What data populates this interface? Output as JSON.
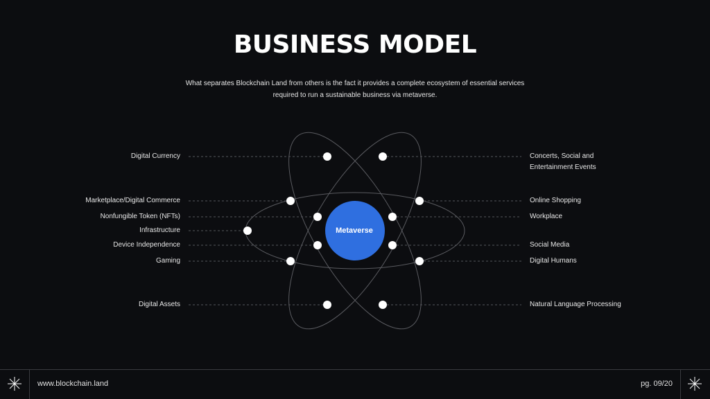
{
  "title": "BUSINESS MODEL",
  "subtitle": "What separates Blockchain Land from others is the fact it provides a complete ecosystem of essential services required to run a sustainable business via metaverse.",
  "center": "Metaverse",
  "left_items": [
    "Digital Currency",
    "Marketplace/Digital Commerce",
    "Nonfungible Token (NFTs)",
    "Infrastructure",
    "Device Independence",
    "Gaming",
    "Digital Assets"
  ],
  "right_items": [
    "Concerts, Social and Entertainment Events",
    "Online Shopping",
    "Workplace",
    "Social Media",
    "Digital Humans",
    "Natural Language Processing"
  ],
  "footer": {
    "website": "www.blockchain.land",
    "page": "pg. 09/20"
  },
  "colors": {
    "background": "#0c0d10",
    "accent": "#2f6fe0"
  }
}
